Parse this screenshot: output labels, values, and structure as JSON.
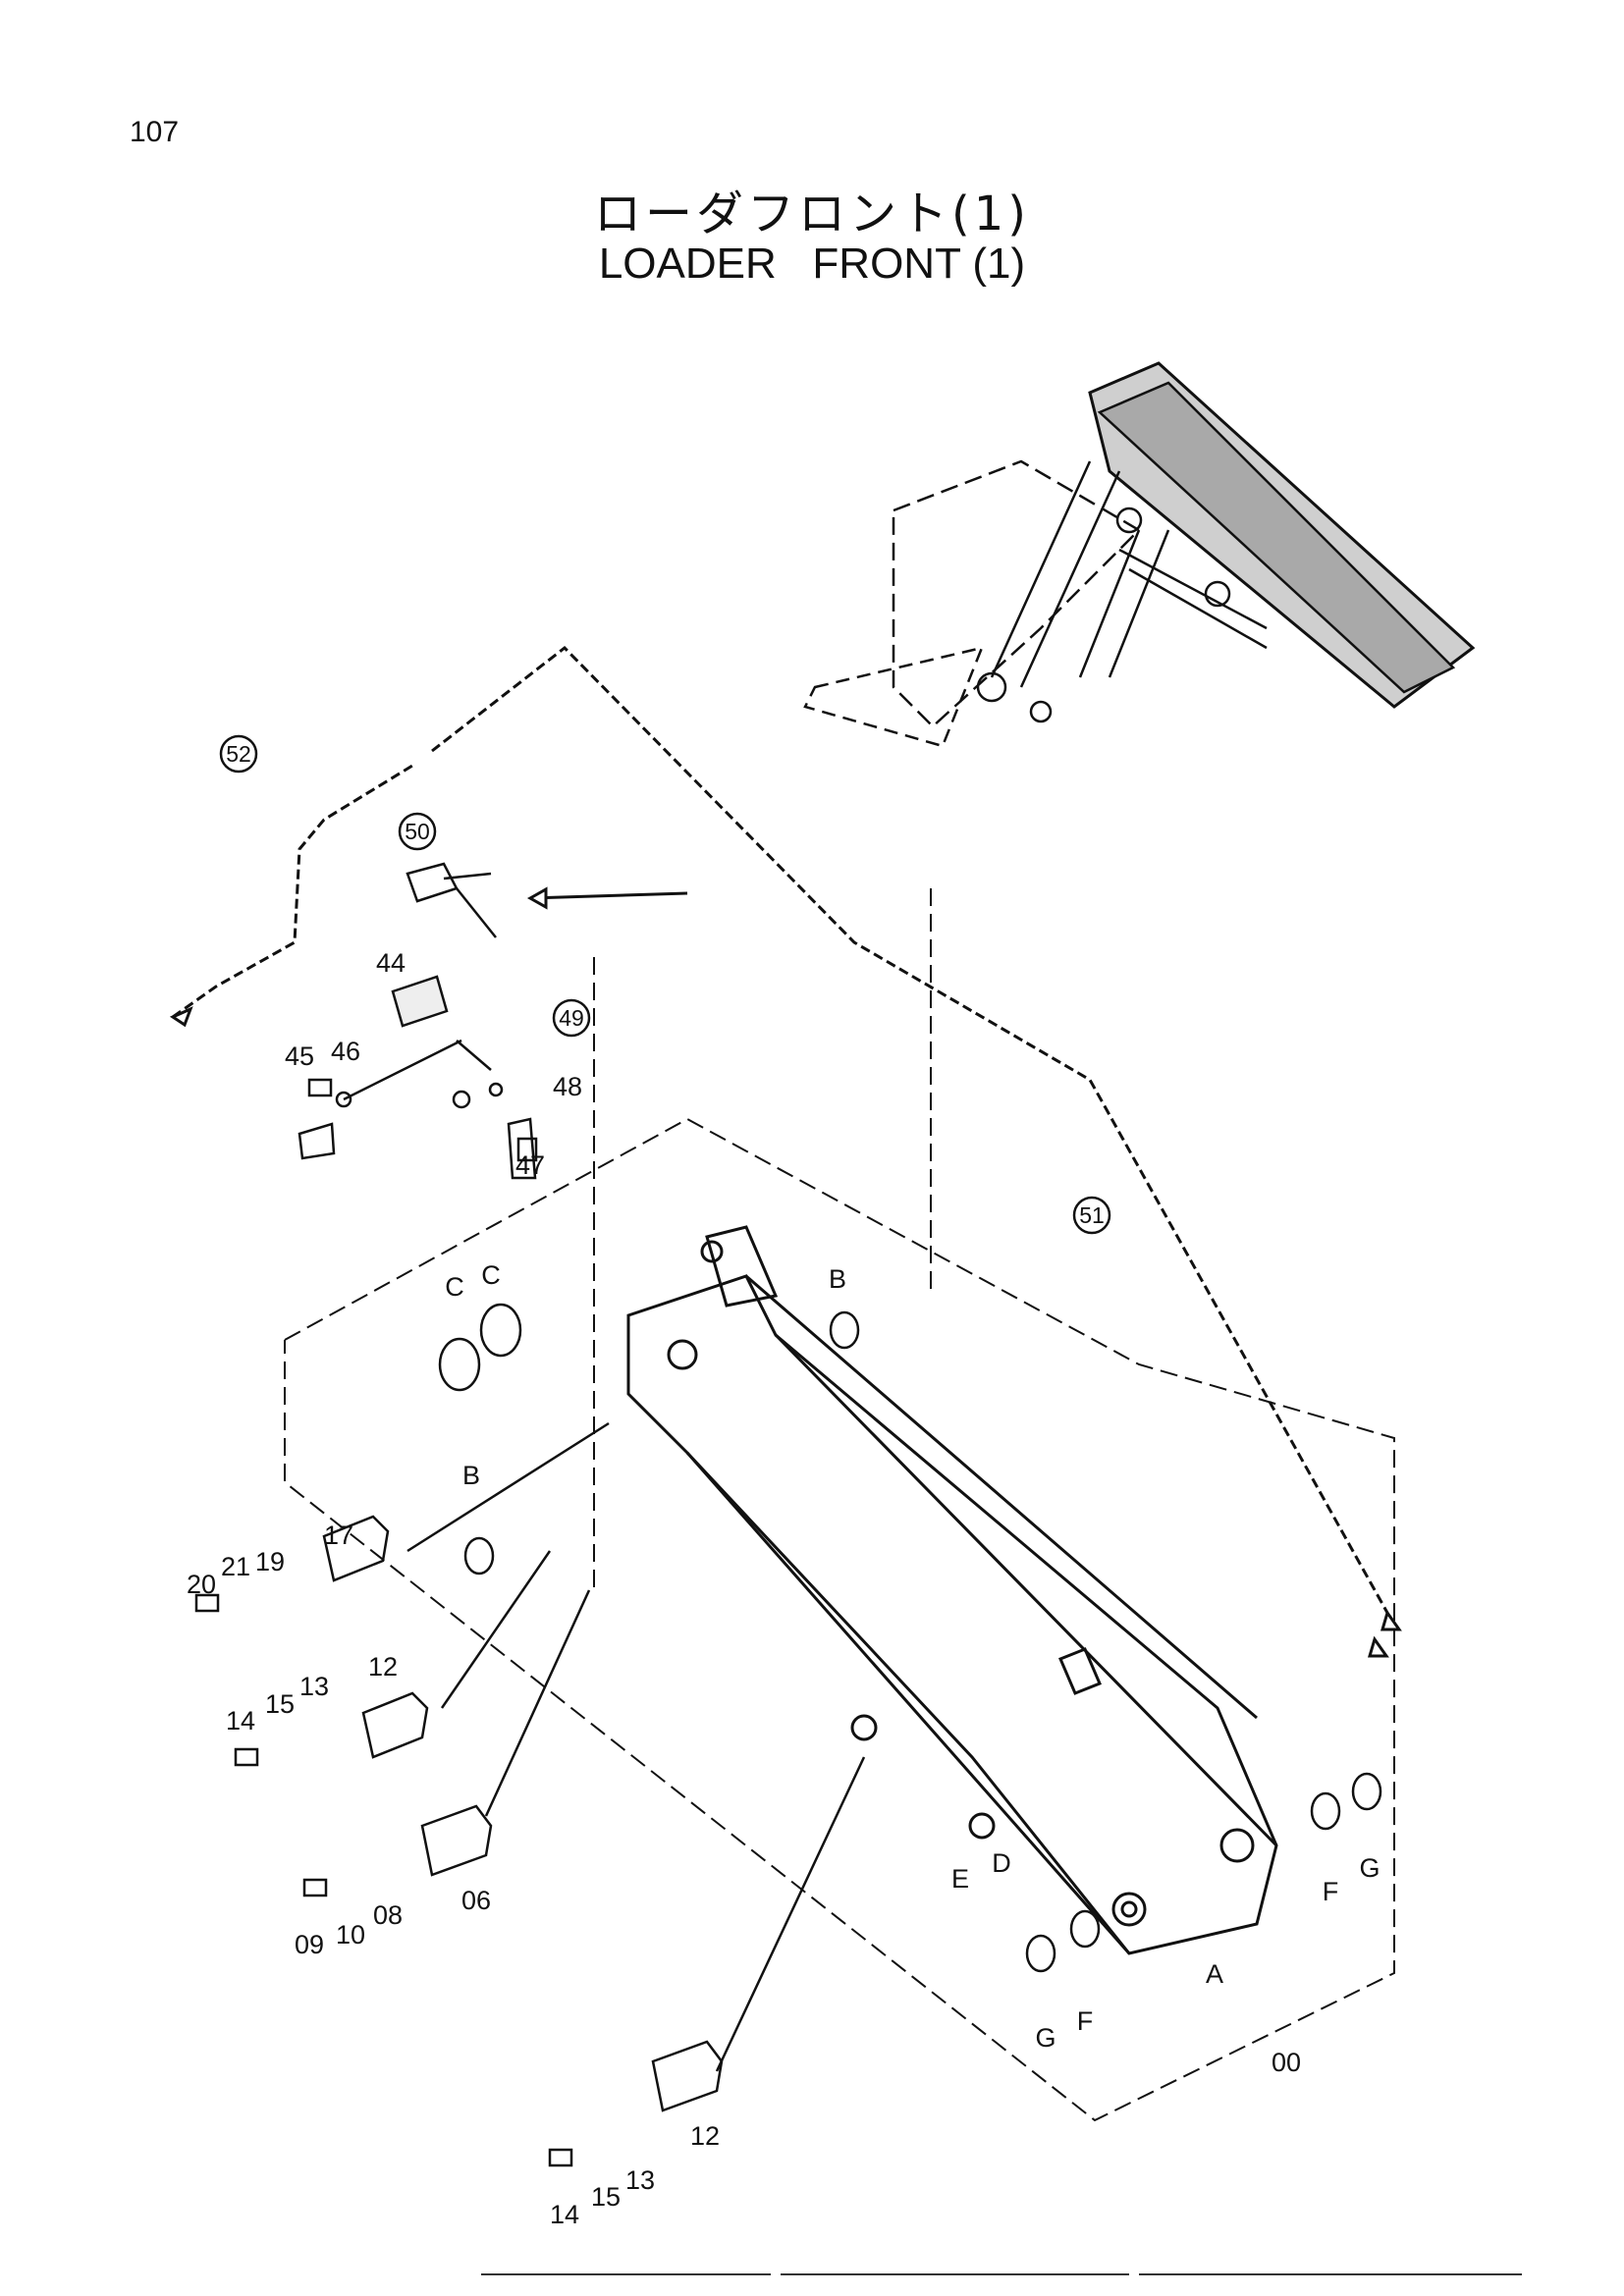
{
  "page_number": "107",
  "title_jp": "ローダフロント(1)",
  "title_en": "LOADER   FRONT (1)",
  "callouts": [
    "52",
    "50",
    "49",
    "51"
  ],
  "part_labels": {
    "l44": "44",
    "l45": "45",
    "l46": "46",
    "l48": "48",
    "l47": "47",
    "lC1": "C",
    "lC2": "C",
    "lB1": "B",
    "lB2": "B",
    "l20": "20",
    "l21": "21",
    "l19": "19",
    "l17": "17",
    "l12a": "12",
    "l14a": "14",
    "l15a": "15",
    "l13a": "13",
    "l09": "09",
    "l10": "10",
    "l08": "08",
    "l06": "06",
    "lE": "E",
    "lD": "D",
    "lF1": "F",
    "lG1": "G",
    "lA": "A",
    "lG2": "G",
    "lF2": "F",
    "l00": "00",
    "l12b": "12",
    "l14b": "14",
    "l15b": "15",
    "l13b": "13"
  }
}
